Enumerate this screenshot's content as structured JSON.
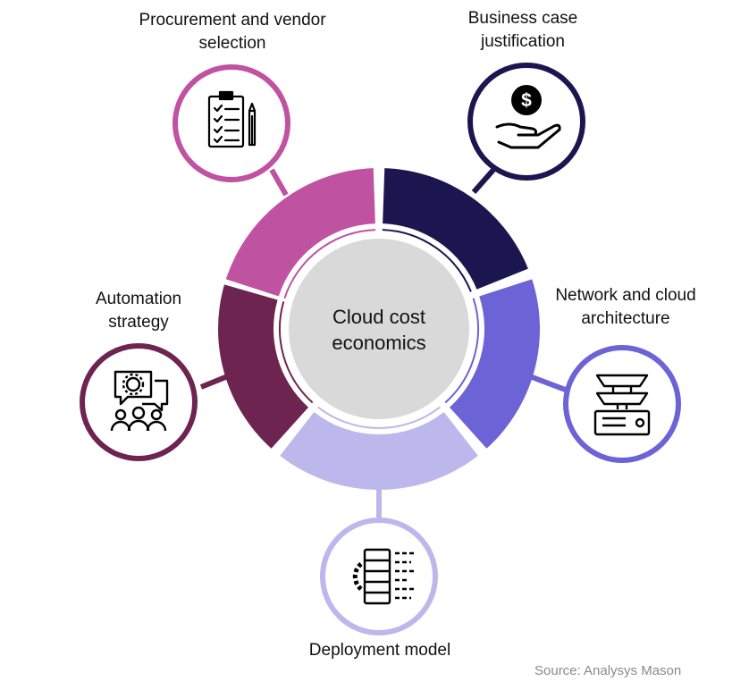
{
  "diagram": {
    "center": {
      "line1": "Cloud cost",
      "line2": "economics"
    },
    "nodes": [
      {
        "id": "procurement",
        "line1": "Procurement and vendor",
        "line2": "selection",
        "icon": "clipboard-checklist-icon",
        "color": "#c052a2"
      },
      {
        "id": "business",
        "line1": "Business case",
        "line2": "justification",
        "icon": "dollar-in-hand-icon",
        "color": "#1c1650"
      },
      {
        "id": "network",
        "line1": "Network and cloud",
        "line2": "architecture",
        "icon": "network-stack-icon",
        "color": "#6b63d6"
      },
      {
        "id": "deployment",
        "line1": "Deployment model",
        "line2": "",
        "icon": "server-gear-icon",
        "color": "#bdb8ec"
      },
      {
        "id": "automation",
        "line1": "Automation",
        "line2": "strategy",
        "icon": "team-gear-chat-icon",
        "color": "#6e2451"
      }
    ],
    "segment_colors": {
      "procurement": "#c052a2",
      "business": "#1c1650",
      "network": "#6b63d6",
      "deployment": "#bdb8ec",
      "automation": "#6e2451"
    },
    "center_fill": "#d9d9d9"
  },
  "source": "Source: Analysys Mason"
}
